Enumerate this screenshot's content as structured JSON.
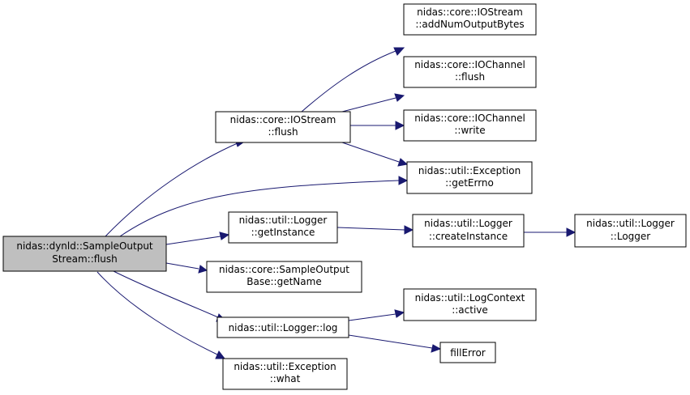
{
  "graph": {
    "nodes": {
      "root": {
        "lines": [
          "nidas::dynld::SampleOutput",
          "Stream::flush"
        ]
      },
      "iostream_flush": {
        "lines": [
          "nidas::core::IOStream",
          "::flush"
        ]
      },
      "logger_getinst": {
        "lines": [
          "nidas::util::Logger",
          "::getInstance"
        ]
      },
      "sob_getname": {
        "lines": [
          "nidas::core::SampleOutput",
          "Base::getName"
        ]
      },
      "logger_log": {
        "lines": [
          "nidas::util::Logger::log"
        ]
      },
      "exc_what": {
        "lines": [
          "nidas::util::Exception",
          "::what"
        ]
      },
      "add_bytes": {
        "lines": [
          "nidas::core::IOStream",
          "::addNumOutputBytes"
        ]
      },
      "ioch_flush": {
        "lines": [
          "nidas::core::IOChannel",
          "::flush"
        ]
      },
      "ioch_write": {
        "lines": [
          "nidas::core::IOChannel",
          "::write"
        ]
      },
      "exc_errno": {
        "lines": [
          "nidas::util::Exception",
          "::getErrno"
        ]
      },
      "logger_create": {
        "lines": [
          "nidas::util::Logger",
          "::createInstance"
        ]
      },
      "logger_ctor": {
        "lines": [
          "nidas::util::Logger",
          "::Logger"
        ]
      },
      "logctx_active": {
        "lines": [
          "nidas::util::LogContext",
          "::active"
        ]
      },
      "fill_error": {
        "lines": [
          "fillError"
        ]
      }
    }
  }
}
